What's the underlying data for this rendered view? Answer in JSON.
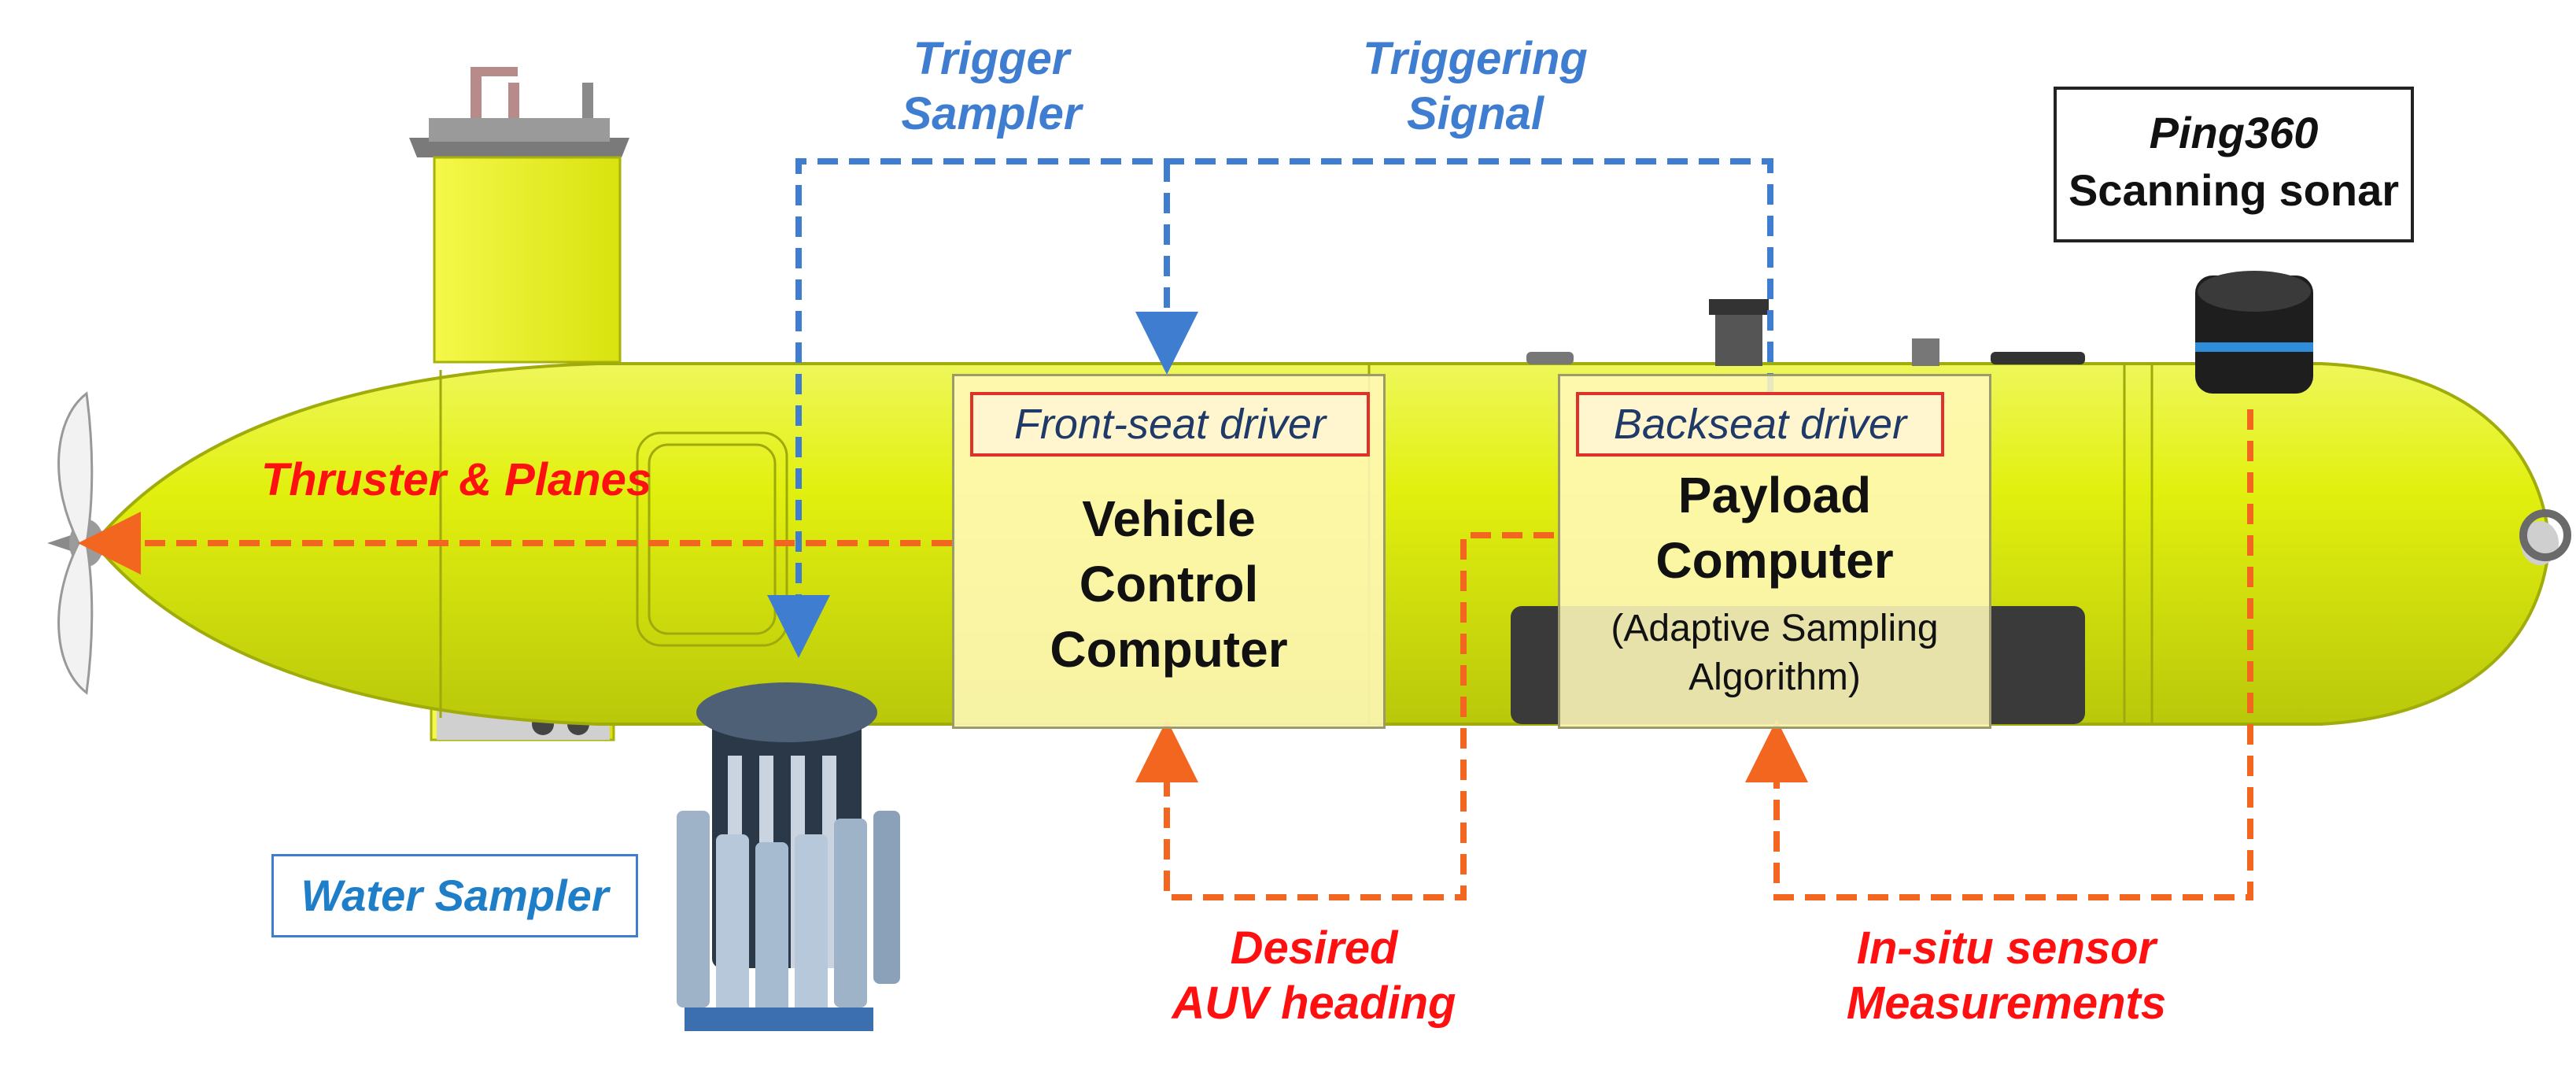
{
  "labels": {
    "trigger_sampler": [
      "Trigger",
      "Sampler"
    ],
    "triggering_signal": [
      "Triggering",
      "Signal"
    ],
    "thruster_planes": "Thruster & Planes",
    "desired_heading": [
      "Desired",
      "AUV heading"
    ],
    "insitu": [
      "In-situ sensor",
      "Measurements"
    ],
    "water_sampler": "Water Sampler"
  },
  "sonar": {
    "line1": "Ping360",
    "line2": "Scanning sonar"
  },
  "front_seat": {
    "tag": "Front-seat driver",
    "title": [
      "Vehicle",
      "Control",
      "Computer"
    ]
  },
  "backseat": {
    "tag": "Backseat driver",
    "title": [
      "Payload",
      "Computer"
    ],
    "subtitle": [
      "(Adaptive Sampling",
      "Algorithm)"
    ]
  },
  "colors": {
    "hull": "#e4f20e",
    "trigger_lines": "#3f7dd1",
    "command_lines": "#f2661f",
    "red_text": "#ff1010"
  }
}
